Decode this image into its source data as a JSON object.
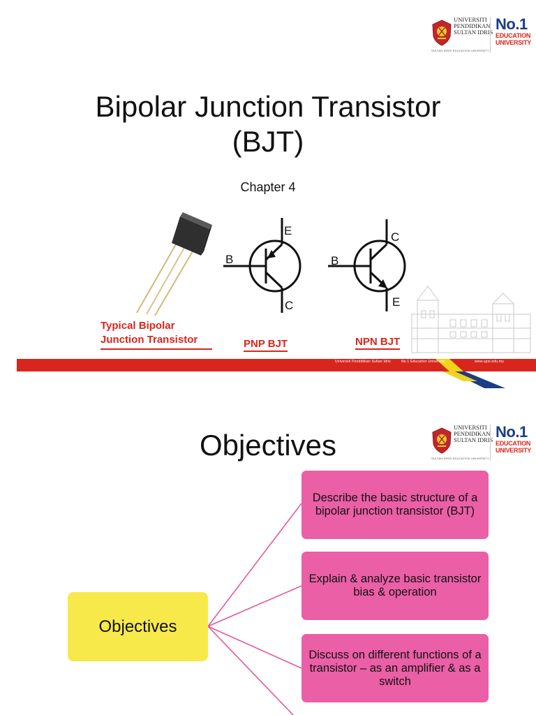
{
  "logo": {
    "uni_line1": "UNIVERSITI",
    "uni_line2": "PENDIDIKAN",
    "uni_line3": "SULTAN IDRIS",
    "uni_sub": "SULTAN IDRIS EDUCATION UNIVERSITY",
    "no1": "No.1",
    "no1_line2": "EDUCATION",
    "no1_line3": "UNIVERSITY"
  },
  "slide1": {
    "title_line1": "Bipolar Junction Transistor",
    "title_line2": "(BJT)",
    "subtitle": "Chapter 4",
    "caption_typical_line1": "Typical Bipolar",
    "caption_typical_line2": "Junction Transistor",
    "caption_pnp": "PNP BJT",
    "caption_npn": "NPN BJT",
    "pnp_labels": {
      "e": "E",
      "b": "B",
      "c": "C"
    },
    "npn_labels": {
      "c": "C",
      "b": "B",
      "e": "E"
    },
    "footer": {
      "university": "Universiti Pendidikan Sultan Idris",
      "tagline": "No.1 Education University",
      "url": "www.upsi.edu.my"
    }
  },
  "slide2": {
    "title": "Objectives",
    "main_label": "Objectives",
    "items": [
      "Describe the basic structure of a bipolar junction transistor (BJT)",
      "Explain & analyze basic transistor bias & operation",
      "Discuss on different functions of a transistor – as an amplifier & as a switch"
    ]
  },
  "colors": {
    "accent_red": "#d8261d",
    "brand_blue": "#1b3d86",
    "objective_yellow": "#f7e94a",
    "item_pink": "#ea5fa6",
    "connector_pink": "#e4589c"
  }
}
